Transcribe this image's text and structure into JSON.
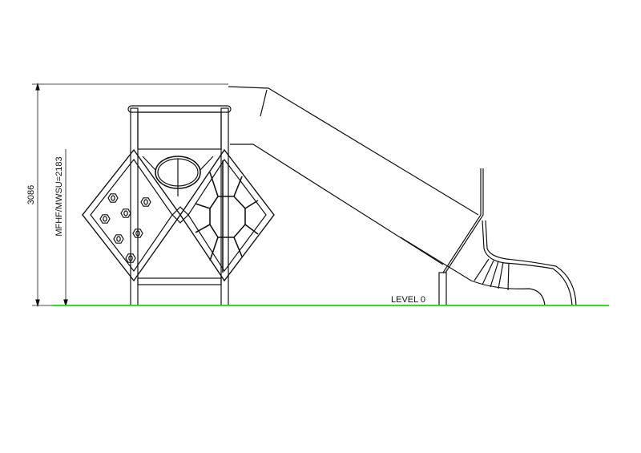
{
  "drawing": {
    "total_height_label": "3086",
    "fall_height_label": "MFHF/MWSU=2183",
    "level_label": "LEVEL 0",
    "colors": {
      "ground_line": "#33dd22",
      "lines": "#111111"
    }
  }
}
